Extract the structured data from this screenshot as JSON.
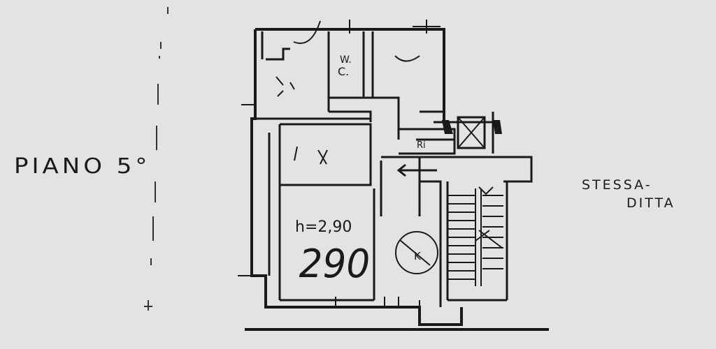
{
  "drawing": {
    "floor_label": "PIANO 5°",
    "same_owner_line1": "STESSA-",
    "same_owner_line2": "DITTA",
    "ceiling_height": "h=2,90",
    "sheet_number": "290"
  },
  "rooms": {
    "wc_line1": "W.",
    "wc_line2": "C.",
    "wc2": "Ri",
    "kitchen": "K"
  },
  "colors": {
    "paper": "#e4e3e1",
    "ink": "#1a1a1a"
  }
}
